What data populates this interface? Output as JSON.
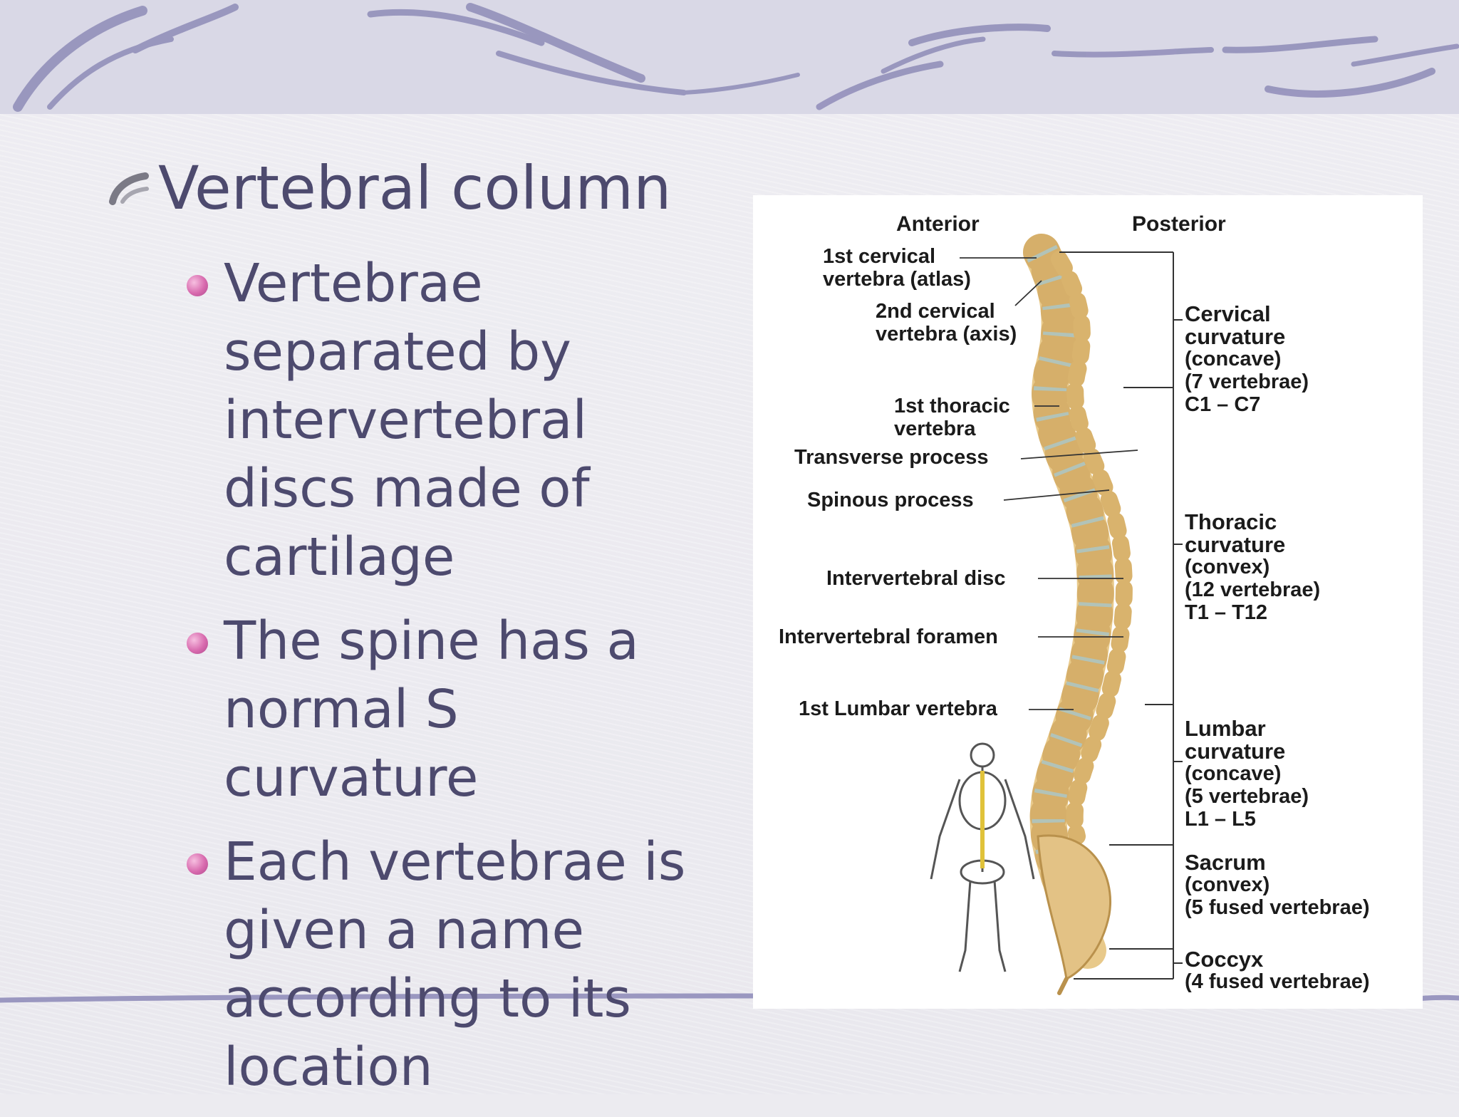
{
  "slide": {
    "title": "Vertebral column",
    "bullets": [
      "Vertebrae separated by intervertebral discs made of cartilage",
      "The spine has a normal S curvature",
      "Each vertebrae is given a name according to its location"
    ]
  },
  "figure": {
    "header_left": "Anterior",
    "header_right": "Posterior",
    "left_labels": {
      "atlas_1": "1st cervical",
      "atlas_2": "vertebra (atlas)",
      "axis_1": "2nd cervical",
      "axis_2": "vertebra (axis)",
      "thoracic_1": "1st thoracic",
      "thoracic_2": "vertebra",
      "transverse": "Transverse process",
      "spinous": "Spinous process",
      "disc": "Intervertebral disc",
      "foramen": "Intervertebral foramen",
      "lumbar": "1st Lumbar vertebra"
    },
    "regions": {
      "cervical": {
        "title_1": "Cervical",
        "title_2": "curvature",
        "shape": "(concave)",
        "count": "(7 vertebrae)",
        "range": "C1 – C7"
      },
      "thoracic": {
        "title_1": "Thoracic",
        "title_2": "curvature",
        "shape": "(convex)",
        "count": "(12 vertebrae)",
        "range": "T1 – T12"
      },
      "lumbar": {
        "title_1": "Lumbar",
        "title_2": "curvature",
        "shape": "(concave)",
        "count": "(5 vertebrae)",
        "range": "L1 – L5"
      },
      "sacrum": {
        "title_1": "Sacrum",
        "shape": "(convex)",
        "count": "(5 fused vertebrae)"
      },
      "coccyx": {
        "title_1": "Coccyx",
        "count": "(4 fused vertebrae)"
      }
    }
  },
  "colors": {
    "text": "#4d4a6e",
    "bullet": "#d86aae",
    "swoosh": "#8f8cb8",
    "bone": "#e8c98a",
    "disc": "#a9c8cc"
  }
}
